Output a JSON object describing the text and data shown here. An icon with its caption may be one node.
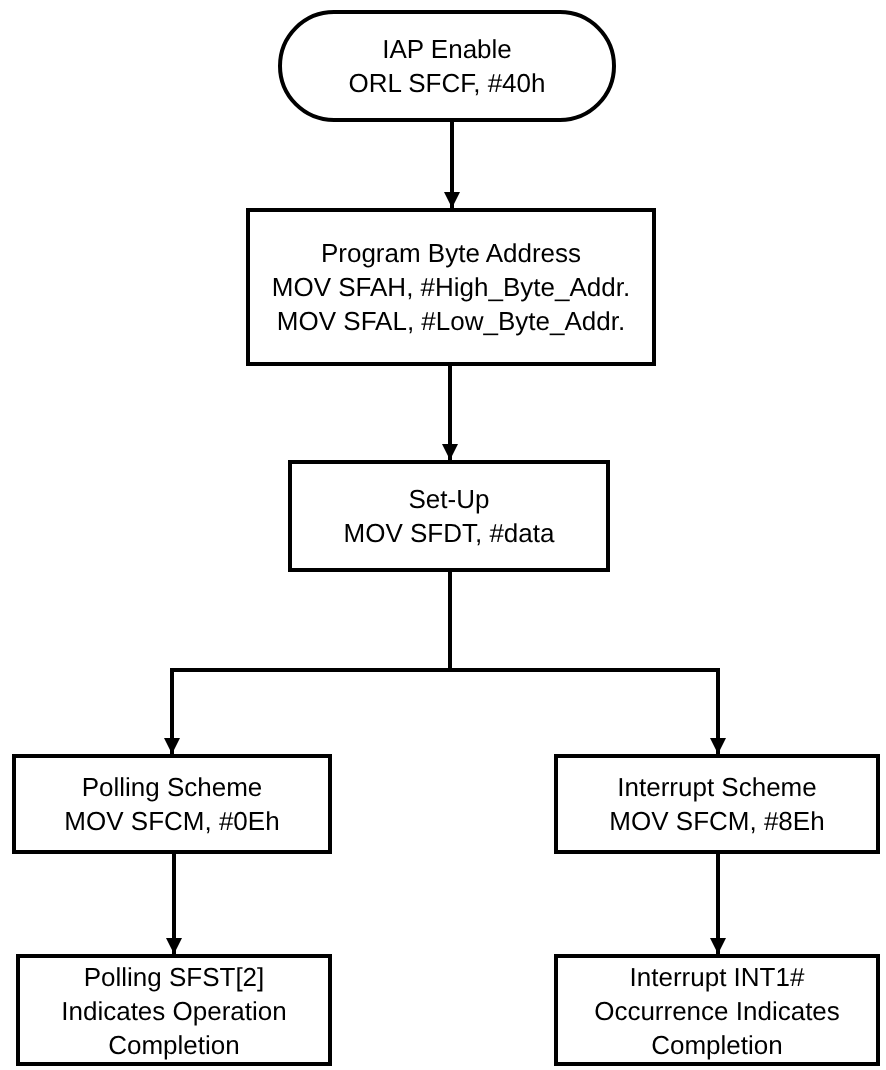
{
  "diagram": {
    "nodes": [
      {
        "text": [
          "IAP Enable",
          "ORL SFCF, #40h"
        ]
      },
      {
        "text": [
          "Program Byte Address",
          "MOV SFAH, #High_Byte_Addr.",
          "MOV SFAL, #Low_Byte_Addr."
        ]
      },
      {
        "text": [
          "Set-Up",
          "MOV SFDT, #data"
        ]
      },
      {
        "text": [
          "Polling Scheme",
          "MOV SFCM, #0Eh"
        ]
      },
      {
        "text": [
          "Interrupt Scheme",
          "MOV SFCM, #8Eh"
        ]
      },
      {
        "text": [
          "Polling SFST[2] Indicates Operation Completion"
        ]
      },
      {
        "text": [
          "Interrupt INT1# Occurrence Indicates Completion"
        ]
      }
    ],
    "edges": [
      {
        "from": 0,
        "to": 1,
        "arrow": "to"
      },
      {
        "from": 1,
        "to": 2,
        "arrow": "to"
      },
      {
        "from": 2,
        "to": 3,
        "arrow": "to"
      },
      {
        "from": 2,
        "to": 4,
        "arrow": "to"
      },
      {
        "from": 3,
        "to": 5,
        "arrow": "to"
      },
      {
        "from": 4,
        "to": 6,
        "arrow": "to"
      }
    ]
  }
}
